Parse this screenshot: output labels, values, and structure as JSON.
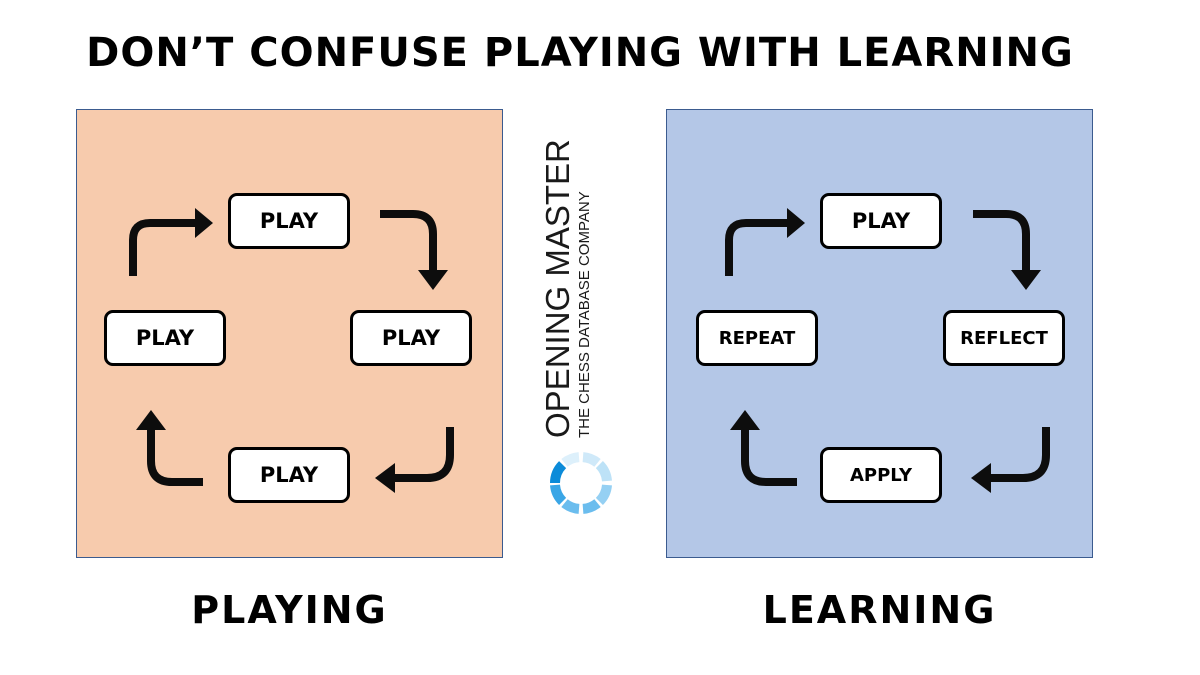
{
  "title": "DON’T CONFUSE PLAYING WITH LEARNING",
  "left_panel": {
    "caption": "PLAYING",
    "background": "#f7cbad",
    "nodes": {
      "top": "PLAY",
      "right": "PLAY",
      "bottom": "PLAY",
      "left": "PLAY"
    }
  },
  "right_panel": {
    "caption": "LEARNING",
    "background": "#b4c7e7",
    "nodes": {
      "top": "PLAY",
      "right": "REFLECT",
      "bottom": "APPLY",
      "left": "REPEAT"
    }
  },
  "logo": {
    "name": "OPENING MASTER",
    "tagline": "THE CHESS DATABASE COMPANY",
    "colors": [
      "#0b8bd9",
      "#3aa6e6",
      "#6bbdee",
      "#95d0f3",
      "#bde2f7",
      "#ddf0fb"
    ]
  }
}
